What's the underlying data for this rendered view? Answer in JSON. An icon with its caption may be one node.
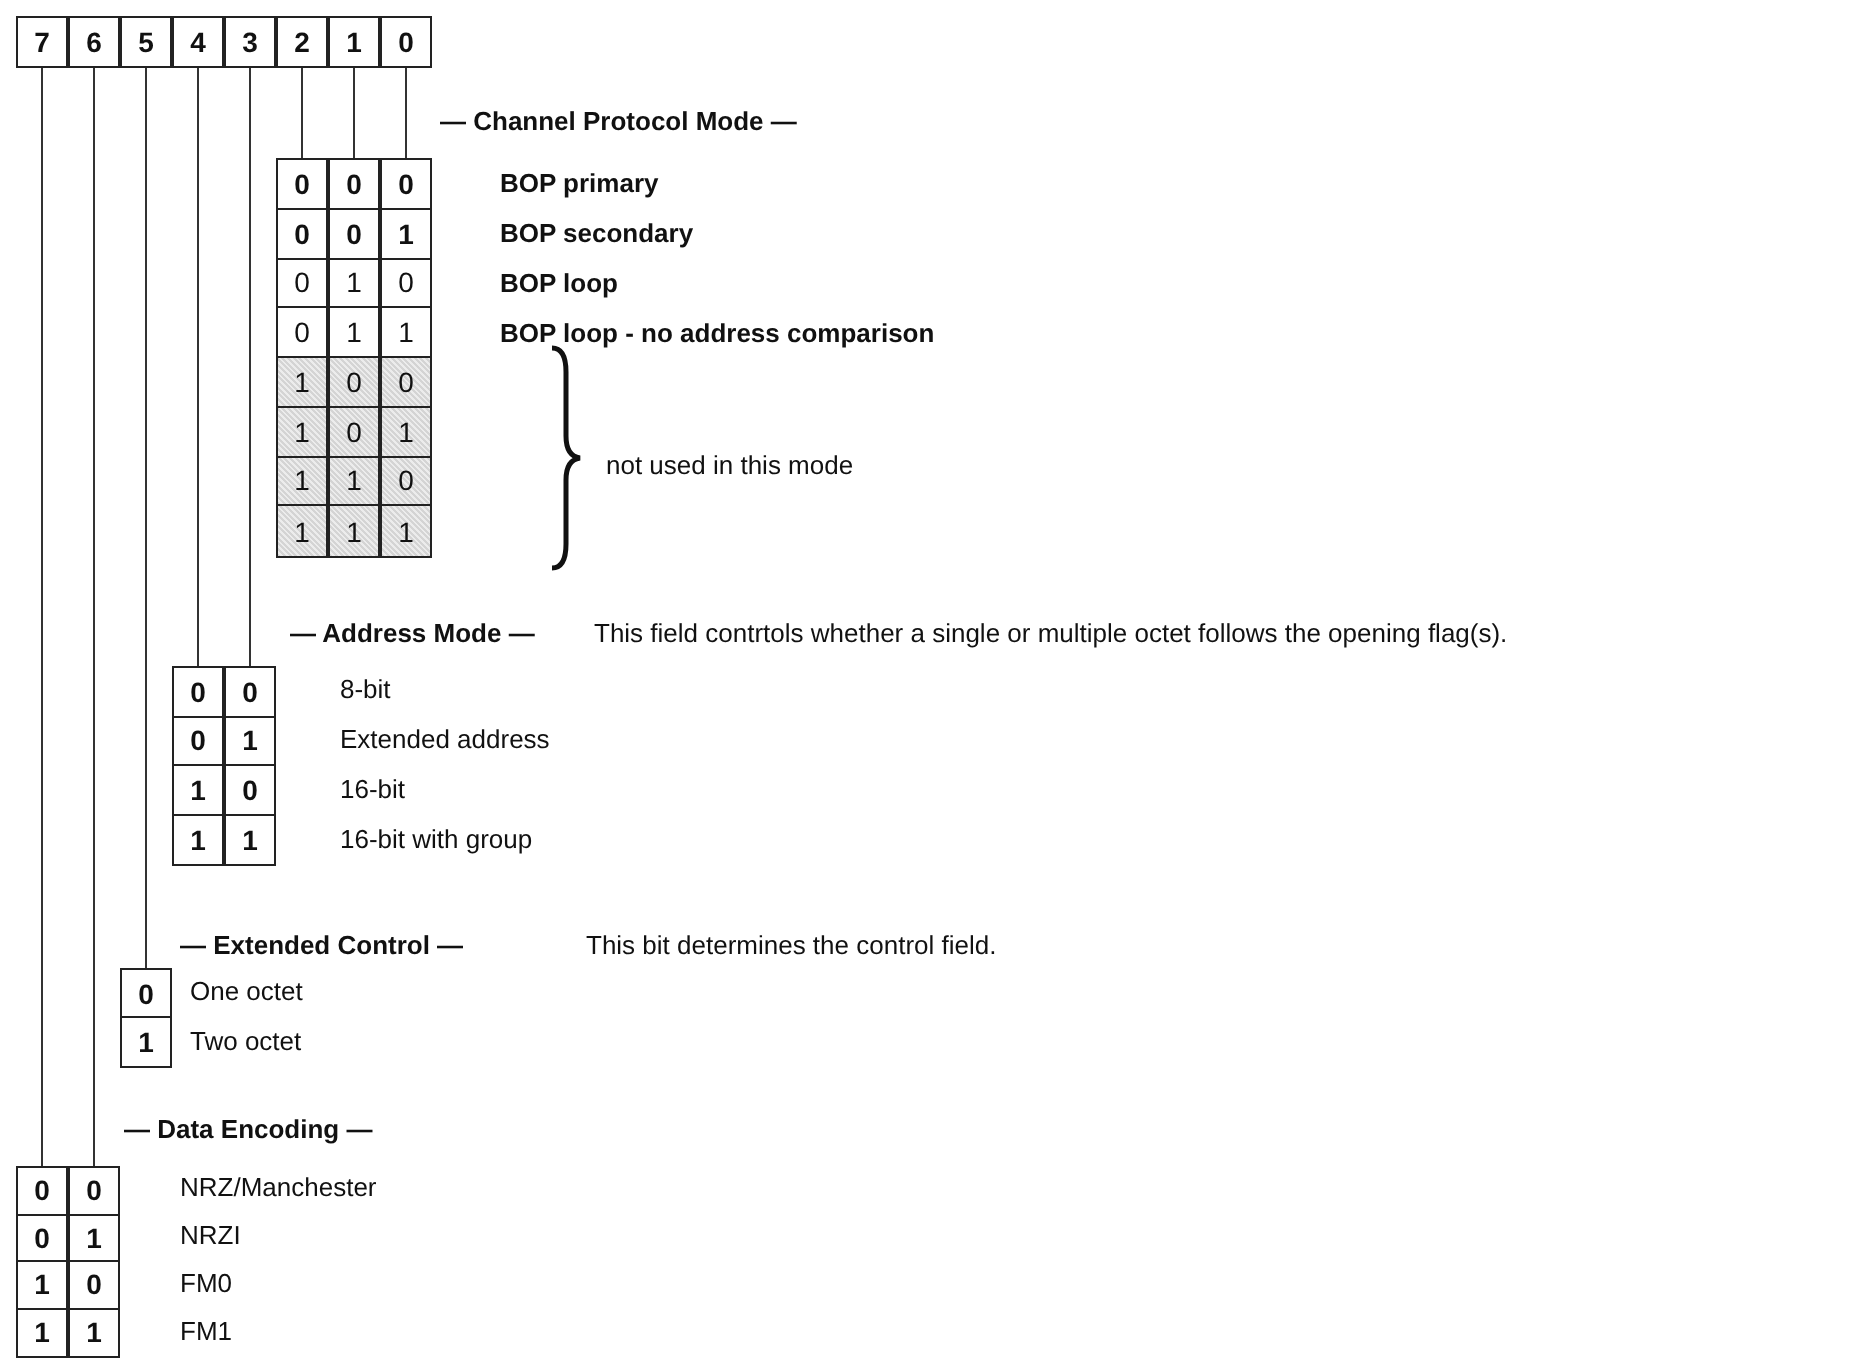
{
  "diagram": {
    "nodes": [
      {
        "text": [
          "7"
        ]
      },
      {
        "text": [
          "6"
        ]
      },
      {
        "text": [
          "5"
        ]
      },
      {
        "text": [
          "4"
        ]
      },
      {
        "text": [
          "3"
        ]
      },
      {
        "text": [
          "2"
        ]
      },
      {
        "text": [
          "1"
        ]
      },
      {
        "text": [
          "0"
        ]
      },
      {
        "text": [
          "0",
          "0",
          "0",
          "0",
          "1",
          "1",
          "1",
          "1"
        ]
      },
      {
        "text": [
          "0",
          "0",
          "1",
          "1",
          "0",
          "0",
          "1",
          "1"
        ]
      },
      {
        "text": [
          "0",
          "1",
          "0",
          "1",
          "0",
          "1",
          "0",
          "1"
        ]
      },
      {
        "text": [
          "0",
          "0",
          "1",
          "1"
        ]
      },
      {
        "text": [
          "0",
          "1",
          "0",
          "1"
        ]
      },
      {
        "text": [
          "0",
          "1"
        ]
      },
      {
        "text": [
          "0",
          "0",
          "1",
          "1"
        ]
      },
      {
        "text": [
          "0",
          "1",
          "0",
          "1"
        ]
      }
    ],
    "edges": [
      {
        "from": 5,
        "to": 8,
        "arrow": "none"
      },
      {
        "from": 6,
        "to": 9,
        "arrow": "none"
      },
      {
        "from": 7,
        "to": 10,
        "arrow": "none"
      },
      {
        "from": 3,
        "to": 11,
        "arrow": "none"
      },
      {
        "from": 4,
        "to": 12,
        "arrow": "none"
      },
      {
        "from": 2,
        "to": 13,
        "arrow": "none"
      },
      {
        "from": 0,
        "to": 14,
        "arrow": "none"
      },
      {
        "from": 1,
        "to": 15,
        "arrow": "none"
      }
    ],
    "labels": [
      "— Channel Protocol Mode —",
      "BOP primary",
      "BOP secondary",
      "BOP loop",
      "BOP loop - no address comparison",
      "not used in this mode",
      "— Address Mode —",
      "This field contrtols whether a single or multiple octet follows the opening flag(s).",
      "8-bit",
      "Extended address",
      "16-bit",
      "16-bit with group",
      "— Extended Control —",
      "This bit determines the control field.",
      "One octet",
      "Two octet",
      "— Data Encoding —",
      "NRZ/Manchester",
      "NRZI",
      "FM0",
      "FM1"
    ]
  }
}
